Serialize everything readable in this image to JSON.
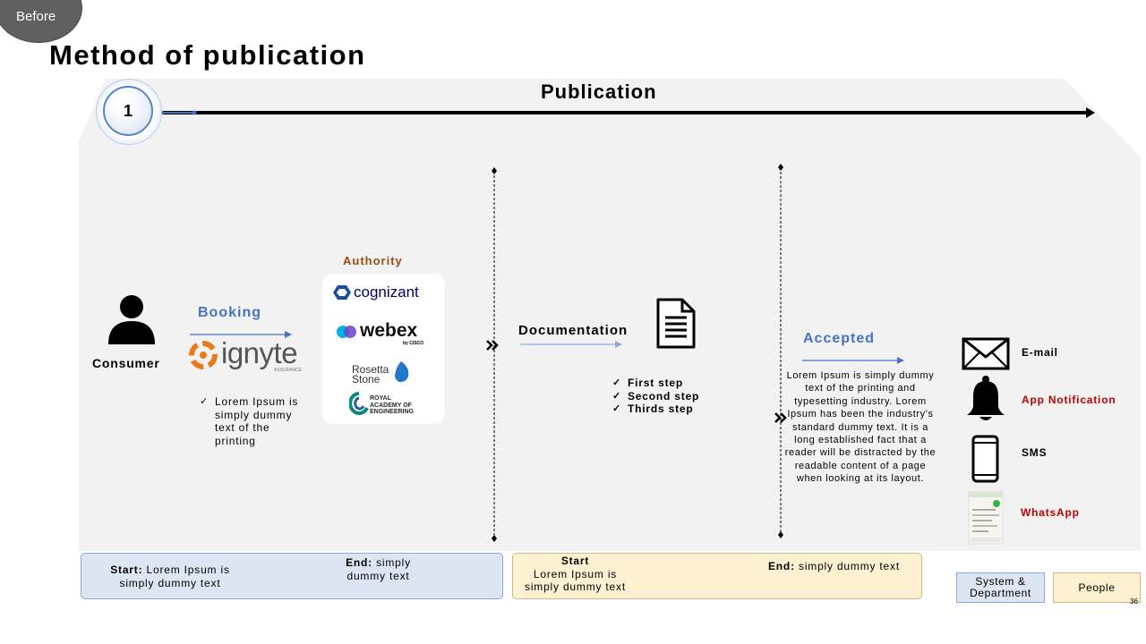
{
  "badge": "Before",
  "title": "Method of publication",
  "phase": {
    "number": "1",
    "title": "Publication"
  },
  "consumer": {
    "label": "Consumer",
    "icon": "person-icon"
  },
  "booking": {
    "label": "Booking",
    "logo": "ignyte",
    "logo_sub": "ASSURANCE",
    "bullets": [
      "Lorem Ipsum is simply dummy text of the printing"
    ]
  },
  "authority": {
    "label": "Authority",
    "logos": [
      "cognizant",
      "webex",
      "Rosetta Stone",
      "ROYAL ACADEMY OF ENGINEERING"
    ],
    "webex_sub": "by CISCO"
  },
  "documentation": {
    "label": "Documentation",
    "icon": "document-icon",
    "steps": [
      "First step",
      "Second step",
      "Thirds step"
    ]
  },
  "accepted": {
    "label": "Accepted",
    "paragraph": "Lorem Ipsum is simply dummy text of the printing and typesetting industry. Lorem Ipsum has been the industry's standard dummy text. It is a long established fact that a reader will be distracted by the readable content of a page when looking at its layout."
  },
  "channels": [
    {
      "label": "E-mail",
      "icon": "envelope-icon",
      "color": "#000000"
    },
    {
      "label": "App Notification",
      "icon": "bell-icon",
      "color": "#c00000"
    },
    {
      "label": "SMS",
      "icon": "phone-icon",
      "color": "#000000"
    },
    {
      "label": "WhatsApp",
      "icon": "whatsapp-screenshot-icon",
      "color": "#c00000"
    }
  ],
  "footer": {
    "box1": {
      "start_label": "Start:",
      "start_text": "Lorem Ipsum is simply dummy text",
      "end_label": "End:",
      "end_text": "simply dummy text"
    },
    "box2": {
      "start_label": "Start",
      "start_text": "Lorem Ipsum is simply dummy text",
      "end_label": "End:",
      "end_text": "simply dummy text"
    }
  },
  "legend": {
    "system": "System & Department",
    "people": "People"
  },
  "page_number": "36",
  "colors": {
    "accent_blue": "#4472c4",
    "authority_brown": "#9c4a0f",
    "alert_red": "#c00000",
    "panel_gray": "#f2f2f2",
    "box_blue": "#dce6f2",
    "box_yellow": "#fdf1d2"
  }
}
